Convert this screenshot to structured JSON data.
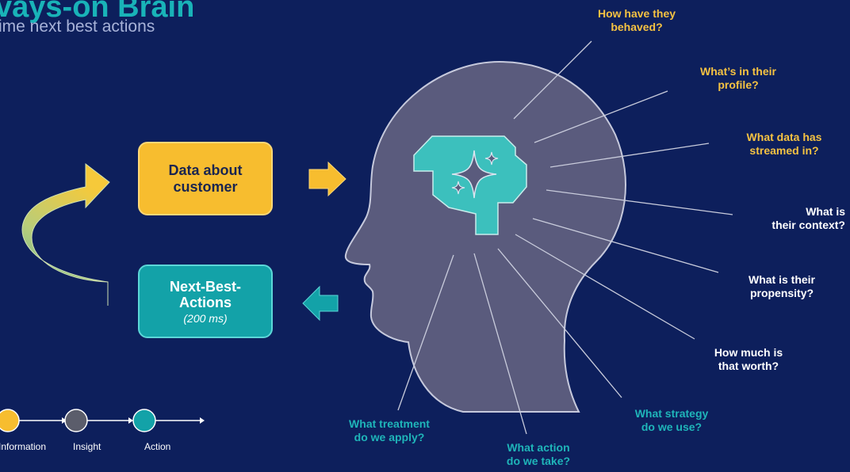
{
  "header": {
    "title": "vays-on Brain",
    "subtitle": "ime next best actions"
  },
  "boxes": {
    "data_about_customer": "Data about\ncustomer",
    "nba_title": "Next-Best-\nActions",
    "nba_timing": "(200 ms)"
  },
  "questions": {
    "behaved": "How have they\nbehaved?",
    "profile": "What’s in their\nprofile?",
    "streamed": "What data has\nstreamed in?",
    "context": "What is\ntheir context?",
    "propensity": "What is their\npropensity?",
    "worth": "How much is\nthat worth?",
    "strategy": "What strategy\ndo we use?",
    "action": "What action\ndo we take?",
    "treatment": "What treatment\ndo we apply?"
  },
  "legend": {
    "items": [
      {
        "label": "Information",
        "color": "#f7bd2f"
      },
      {
        "label": "Insight",
        "color": "#5b5d6b"
      },
      {
        "label": "Action",
        "color": "#13a2a8"
      }
    ]
  },
  "colors": {
    "background": "#0d1f5c",
    "title": "#19b3b8",
    "question_yellow": "#f5c242",
    "question_teal": "#1fb5b9",
    "head": "#5a5b7d",
    "brain": "#3cc0bd"
  },
  "icons": {
    "brain": "brain-sparkle-icon",
    "cycle_arrow": "curved-cycle-arrow",
    "right_arrow": "arrow-right-icon",
    "left_arrow": "arrow-left-icon"
  }
}
